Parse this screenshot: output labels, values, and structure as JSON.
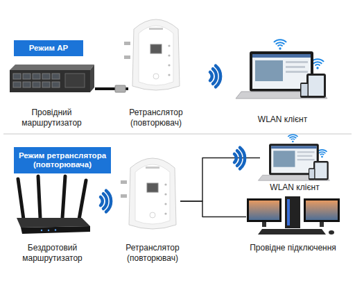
{
  "diagram": {
    "nodes": [
      {
        "text": [
          "Режим AP"
        ]
      },
      {
        "text": [
          "Провідний маршрутизатор"
        ]
      },
      {
        "text": [
          "Ретранслятор (повторювач)"
        ]
      },
      {
        "text": [
          "WLAN клієнт"
        ]
      },
      {
        "text": [
          "Режим ретранслятора (повторювача)"
        ]
      },
      {
        "text": [
          "Бездротовий маршрутизатор"
        ]
      },
      {
        "text": [
          "Ретранслятор (повторювач)"
        ]
      },
      {
        "text": [
          "WLAN клієнт"
        ]
      },
      {
        "text": [
          "Провідне підключення"
        ]
      }
    ],
    "edges": [
      {
        "from": 1,
        "to": 2,
        "arrow": "none"
      },
      {
        "from": 6,
        "to": 7,
        "arrow": "none"
      },
      {
        "from": 6,
        "to": 8,
        "arrow": "none"
      }
    ]
  }
}
